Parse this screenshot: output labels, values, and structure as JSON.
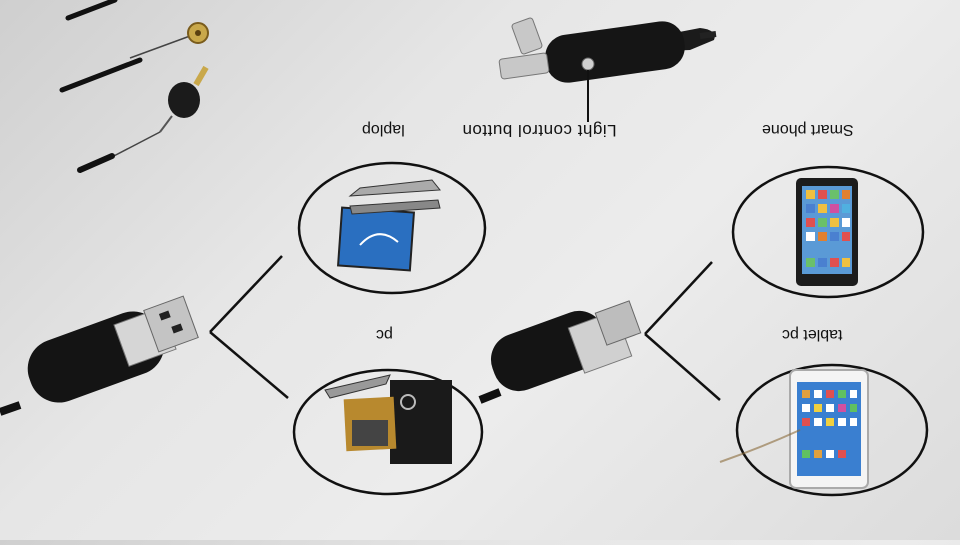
{
  "labels": {
    "light_control_button": "Light control button",
    "smart_phone": "Smart phone",
    "laptop": "laplop",
    "tablet_pc": "tablet pc",
    "pc": "pc"
  },
  "colors": {
    "background": "#e4e4e4",
    "cable_black": "#1a1a1a",
    "metal": "#c8c8c8",
    "screen_blue": "#2a6fc0",
    "circle_stroke": "#111111"
  }
}
